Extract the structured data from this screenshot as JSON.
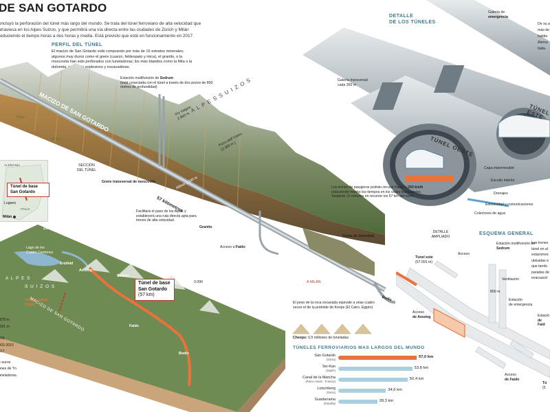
{
  "header": {
    "title": "DE SAN GOTARDO",
    "intro": "oncluyó la perforación del túnel más largo del mundo. Se trata del túnel ferroviario de alta velocidad que atraviesa en los Alpes Suizos, y que permitirá una vía directa entre las ciudades de Zúrich y Milán reduciendo el tiempo horas a dos horas y media. Está previsto que esté en funcionamiento en 2017."
  },
  "profile": {
    "heading": "PERFIL DEL TÚNEL",
    "text": "El macizo de San Gotardo está compuesto por más de 15 estratos minerales; algunos muy duros como el gneis (cuarzo, feldespato y mica), el granito, o la moscovita han sido perforados con tuneladoras; los más blandos como la filita o la dolomita, mediante explosivos y excavadoras.",
    "labels": {
      "massif": "MACIZO DE SAN GOTARDO",
      "station_prefix": "Estación multifunción de ",
      "station_name": "Sedrum",
      "station_desc": "(está conectada con el túnel a través de dos pozos de 800 metros de profundidad)",
      "alps": "A L P E S   S U I Z O S",
      "piz_vatgira": "Piz Vatgira",
      "piz_vatgira_h": "2.983 m.",
      "pizzo": "Pizzo dell´Uomo",
      "pizzo_h": "(2.388 m.)",
      "filita": "Filita",
      "gneis": "Gneis",
      "section": "SECCIÓN DEL TÚNEL",
      "gneis_mosc": "Gneis transversal de moscovita",
      "altitude": "Altitud 1.100 m",
      "km57": "57 kilómetros",
      "granito": "Granito",
      "acceso_faido_prefix": "Acceso a ",
      "acceso_faido": "Faido",
      "gneis_lev": "Gneis de leventina",
      "a_milan": "A MILÁN",
      "bodio": "Bodio"
    }
  },
  "locator": {
    "alemania": "ALEMANIA",
    "tunel_base": "Túnel de base San Gotardo",
    "lugano": "Lugano",
    "italia": "ITALIA",
    "milan": "Milán"
  },
  "terrain": {
    "facilitara": "Facilitará el paso de los Alpes y establecerá una ruta directa apta para trenes de alta velocidad.",
    "zurich": "Zurich",
    "lago": "Lago de los Cuatro Cantones",
    "alpes": "A L P E S",
    "suizos": "S U I Z O S",
    "erstfeld": "Erstfeld",
    "amsteg": "Amsteg",
    "sedrun": "Sedrun",
    "antiguo": "Antiguo túnel (1881)",
    "tunel_base_a": "Túnel de base",
    "tunel_base_b": "San Gotardo",
    "tunel_base_c": "(57 km)",
    "peak": "3.090",
    "faido": "Faido",
    "bodio": "Bodio",
    "massif": "MACIZO DE SAN GOTARDO"
  },
  "left_stats": [
    ".978 m",
    ".091 m",
    "996",
    "003-2010",
    "017",
    "e euros",
    "ones de Tn",
    "uneladoras."
  ],
  "detail": {
    "heading_a": "DETALLE",
    "heading_b": "DE LOS TÚNELES",
    "galeria_emerg_a": "Galería de",
    "galeria_emerg_b": "emergencia",
    "galeria_trans_a": "Galería transversal",
    "galeria_trans_b": "cada 350 m",
    "tunel_este": "TÚNEL ESTE",
    "tunel_oeste": "TÚNEL OESTE",
    "right_cut": [
      "De su a",
      "más de",
      "habita",
      "Alema",
      "Italia."
    ],
    "trains_text_a": "Los trenes de pasajeros podrán circular hasta a",
    "trains_speed": "250 km/h",
    "trains_text_b": "reduciendo mucho los tiempos en los viajes transalpinos. Tardarán 15 minutos en recorrer los 57 km del túnel.",
    "parts": [
      "Capa impermeable",
      "Escudo interior",
      "Drenajes",
      "Electricidad y comunicaciones",
      "Colectores de agua"
    ]
  },
  "scheme": {
    "heading_a": "DETALLE",
    "heading_b": "AMPLIADO",
    "title": "ESQUEMA GENERAL",
    "station_a": "Estación multifunción de",
    "station_b": "Sedrum",
    "acceso": "Acceso",
    "ventilacion": "Ventilación",
    "tunel_este": "Túnel este",
    "tunel_este_km": "(57.091 m)",
    "m800": "800 m",
    "emergencia_a": "Estación",
    "emergencia_b": "de emergencia",
    "acceso_amsteg_a": "Acceso",
    "acceso_amsteg_b": "de Amsteg",
    "acceso_faido_a": "Acceso",
    "acceso_faido_b": "de Faido",
    "right_text": [
      "Los trenes",
      "túnel en al",
      "estaciones",
      "ubicadas e",
      "que tambi",
      "paradas de",
      "evacuació"
    ],
    "estacion_right": [
      "Estació",
      "de Faid"
    ],
    "tu": "Tú",
    "tu_km": "(5"
  },
  "rock": {
    "text": "El peso de la roca excavada equivale a unas cuatro veces el de la prámide de Keops (El Cairo, Egipto)",
    "cheops_label": "Cheops:",
    "cheops_value": "6,5 millones de toneladas"
  },
  "chart_data": {
    "type": "bar",
    "title": "TÚNELES FERROVIARIOS MAS LARGOS DEL MUNDO",
    "categories": [
      "San Gotardo",
      "Sei-Kan",
      "Canal de la Mancha",
      "Lotschberg",
      "Guadarrama"
    ],
    "subtitles": [
      "(Suiza)",
      "(Japón)",
      "(Reino Unido - Francia)",
      "(Suiza)",
      "(España)"
    ],
    "values": [
      57.0,
      53.8,
      50.4,
      34.6,
      28.3
    ],
    "value_labels": [
      "57,0 km",
      "53,8 km",
      "50,4 km",
      "34,6 km",
      "28,3 km"
    ],
    "highlight_color": "#e8743b",
    "bar_color": "#a9cfe0",
    "xlim": [
      0,
      60
    ]
  }
}
